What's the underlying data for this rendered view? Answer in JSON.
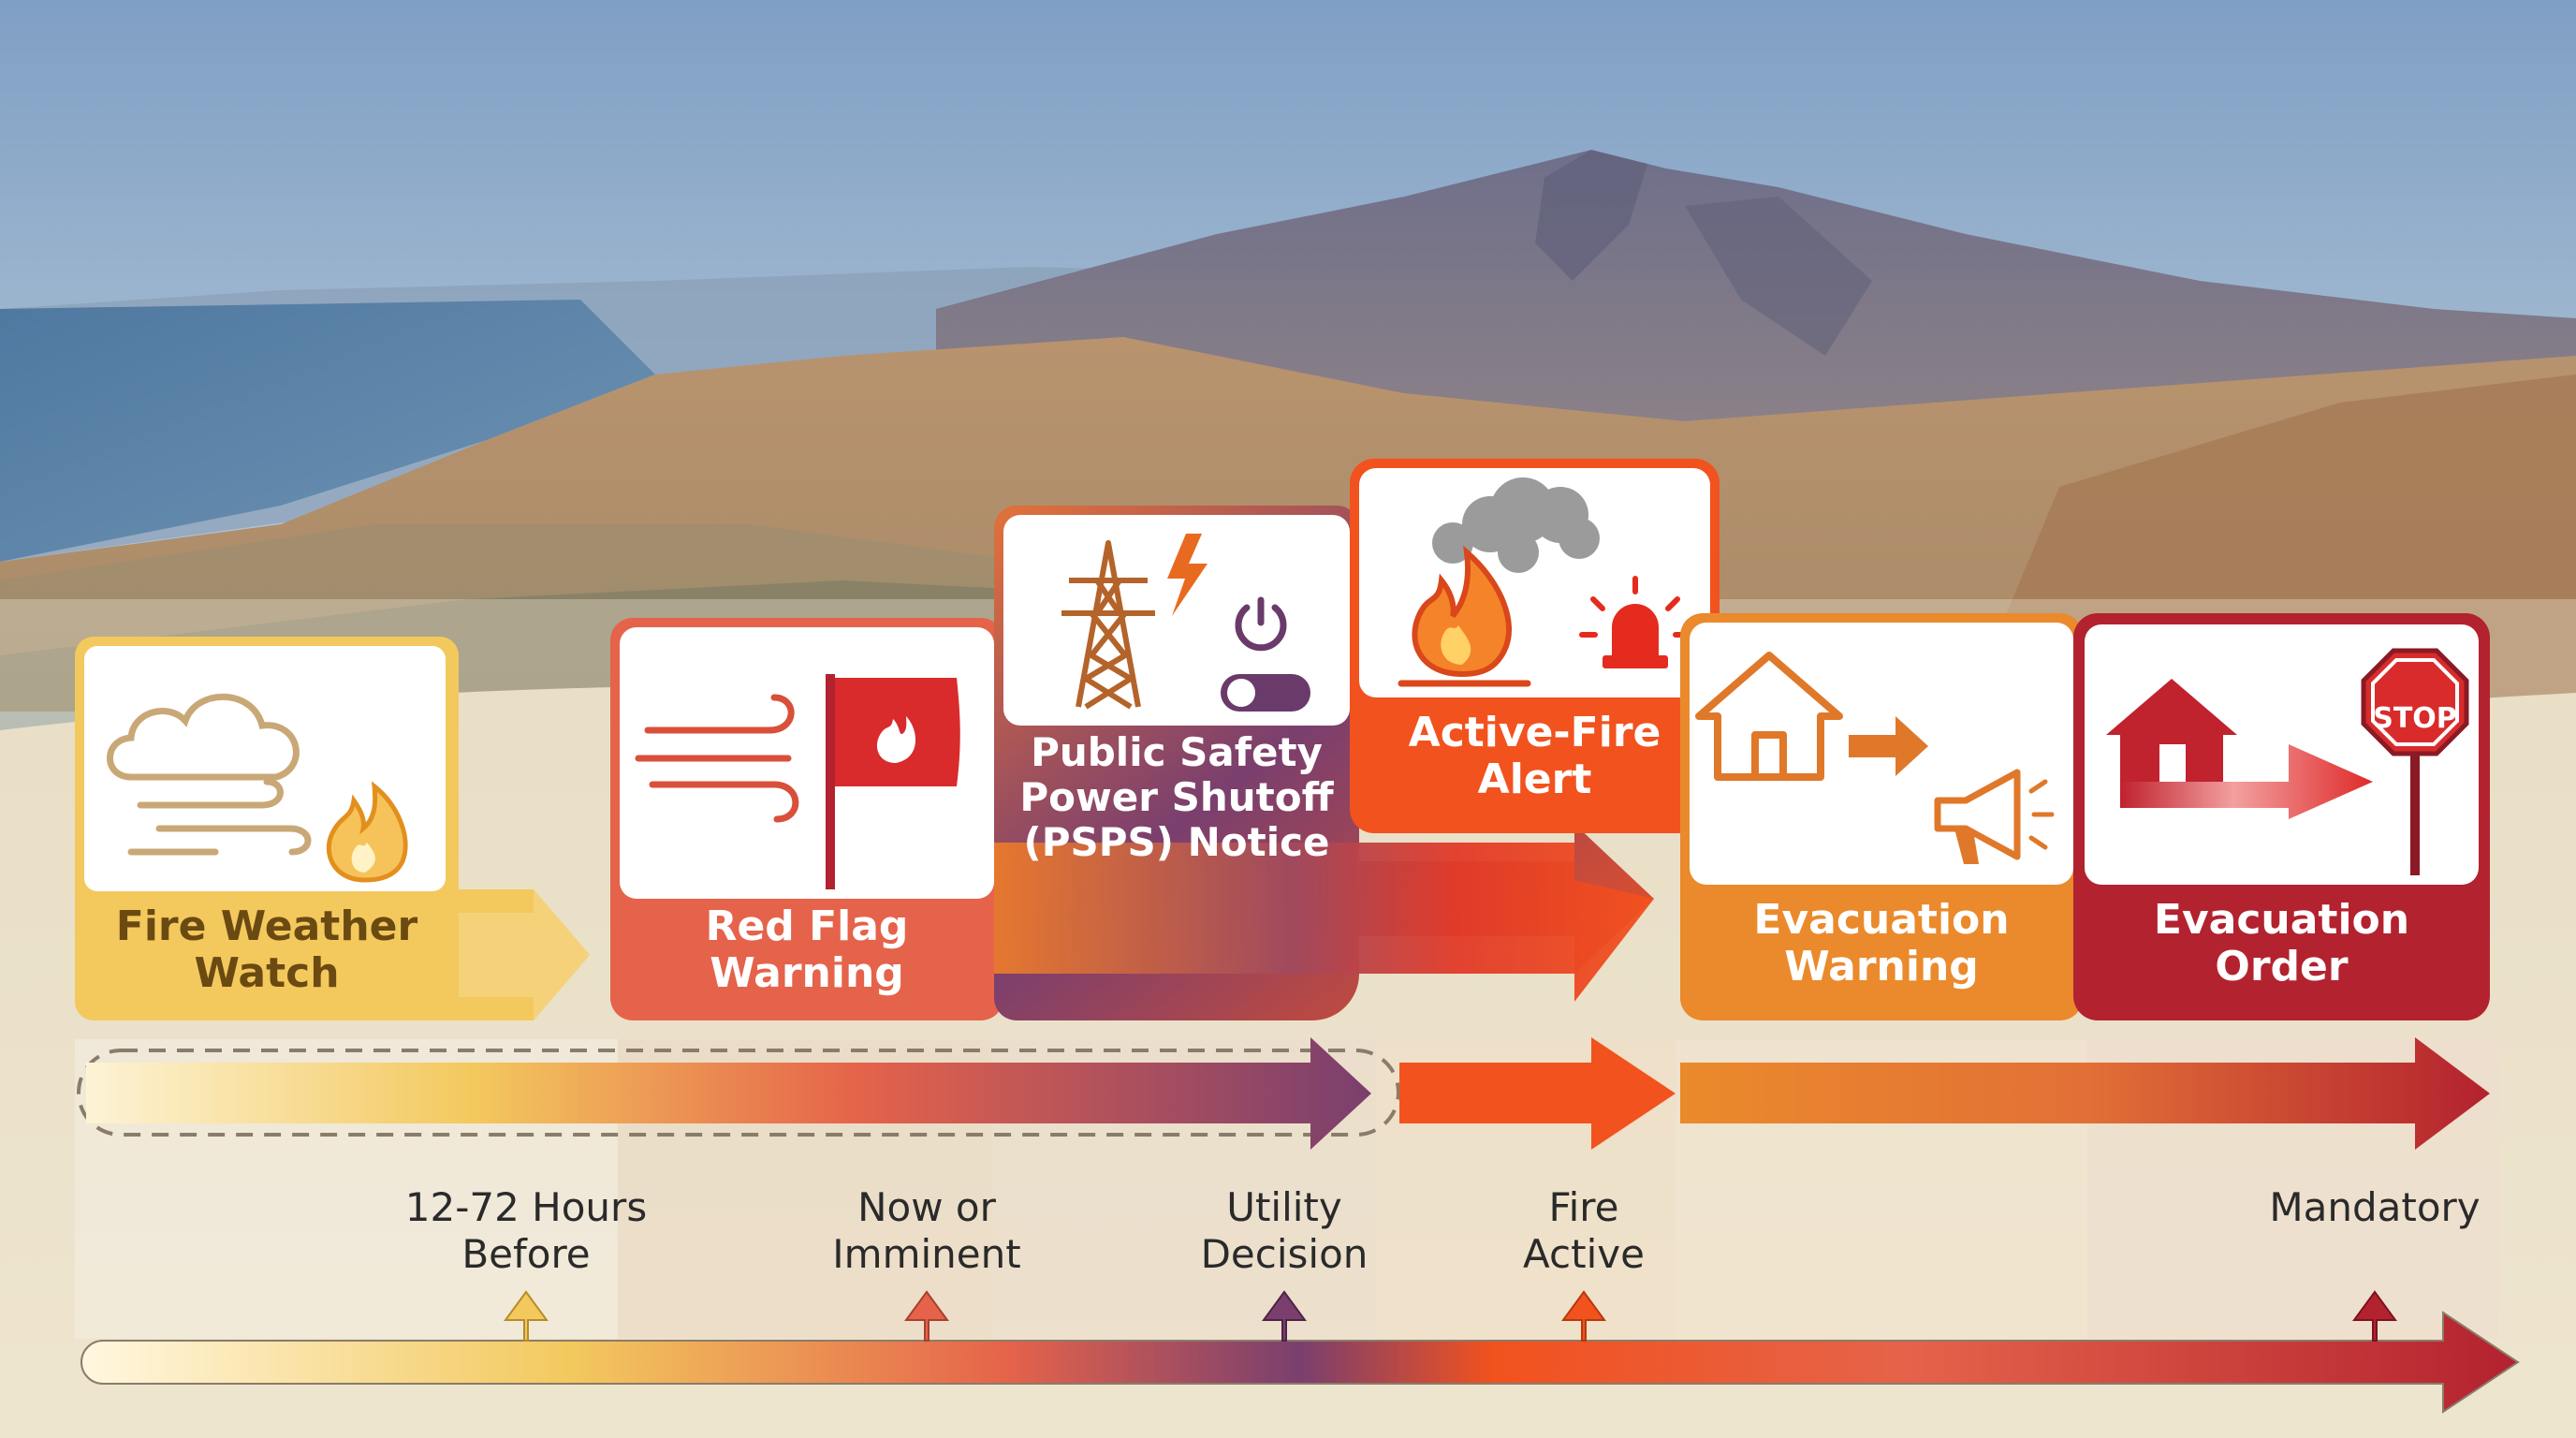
{
  "stages": [
    {
      "id": "fire-weather-watch",
      "label": "Fire Weather\nWatch",
      "color": "#f3c95e",
      "time_label": ""
    },
    {
      "id": "red-flag-warning",
      "label": "Red Flag\nWarning",
      "color": "#e5634a",
      "time_label": "12-72 Hours\nBefore"
    },
    {
      "id": "psps-notice",
      "label": "Public Safety\nPower Shutoff\n(PSPS) Notice",
      "color": "#7a3f6e",
      "time_label": "Now or\nImminent"
    },
    {
      "id": "active-fire-alert",
      "label": "Active-Fire\nAlert",
      "color": "#f2521e",
      "time_label": "Utility\nDecision"
    },
    {
      "id": "evacuation-warning",
      "label": "Evacuation\nWarning",
      "color": "#ea8a2c",
      "time_label": "Fire\nActive"
    },
    {
      "id": "evacuation-order",
      "label": "Evacuation\nOrder",
      "color": "#b3222f",
      "time_label": "Mandatory"
    }
  ],
  "icons": {
    "stop_sign_text": "STOP"
  },
  "colors": {
    "yellow": "#f3c95e",
    "coral": "#e5634a",
    "purple": "#7a3f6e",
    "orange_red": "#f2521e",
    "orange": "#ea8a2c",
    "crimson": "#b3222f",
    "icon_tan": "#c9a877",
    "icon_brown": "#a9743a"
  }
}
